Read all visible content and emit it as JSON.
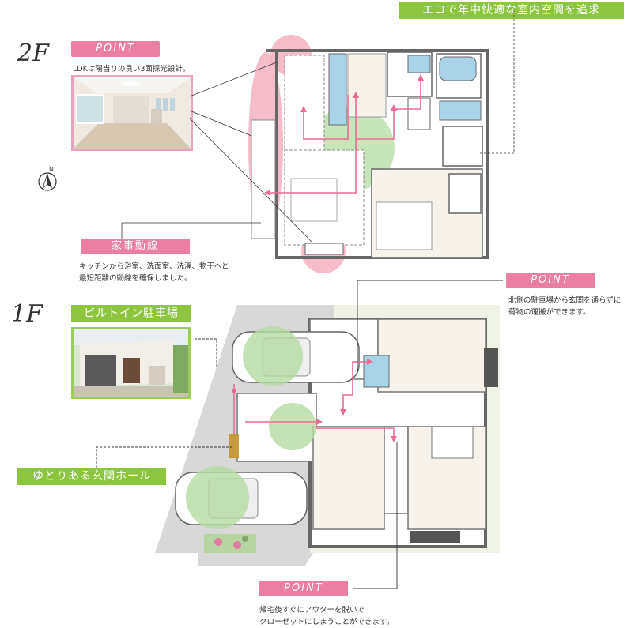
{
  "headline": "エコで年中快適な室内空間を追求",
  "floor_2f": {
    "label": "2F",
    "point_tag": "POINT",
    "point_text": "LDKは陽当りの良い3面採光設計。",
    "kaji_tag": "家事動線",
    "kaji_text": "キッチンから浴室、洗面室、洗濯、物干へと\n最短距離の動線を確保しました。"
  },
  "floor_1f": {
    "label": "1F",
    "garage_tag": "ビルトイン駐車場",
    "hall_tag": "ゆとりある玄関ホール",
    "point_north_tag": "POINT",
    "point_north_text": "北側の駐車場から玄関を通らずに\n荷物の運搬ができます。",
    "point_bottom_tag": "POINT",
    "point_bottom_text": "帰宅後すぐにアウターを脱いで\nクローゼットにしまうことができます。"
  },
  "colors": {
    "pink": "#ea7fa3",
    "green": "#8cc63f",
    "highlight_pink": "#f4a6b8",
    "highlight_green": "#b6dba4"
  }
}
